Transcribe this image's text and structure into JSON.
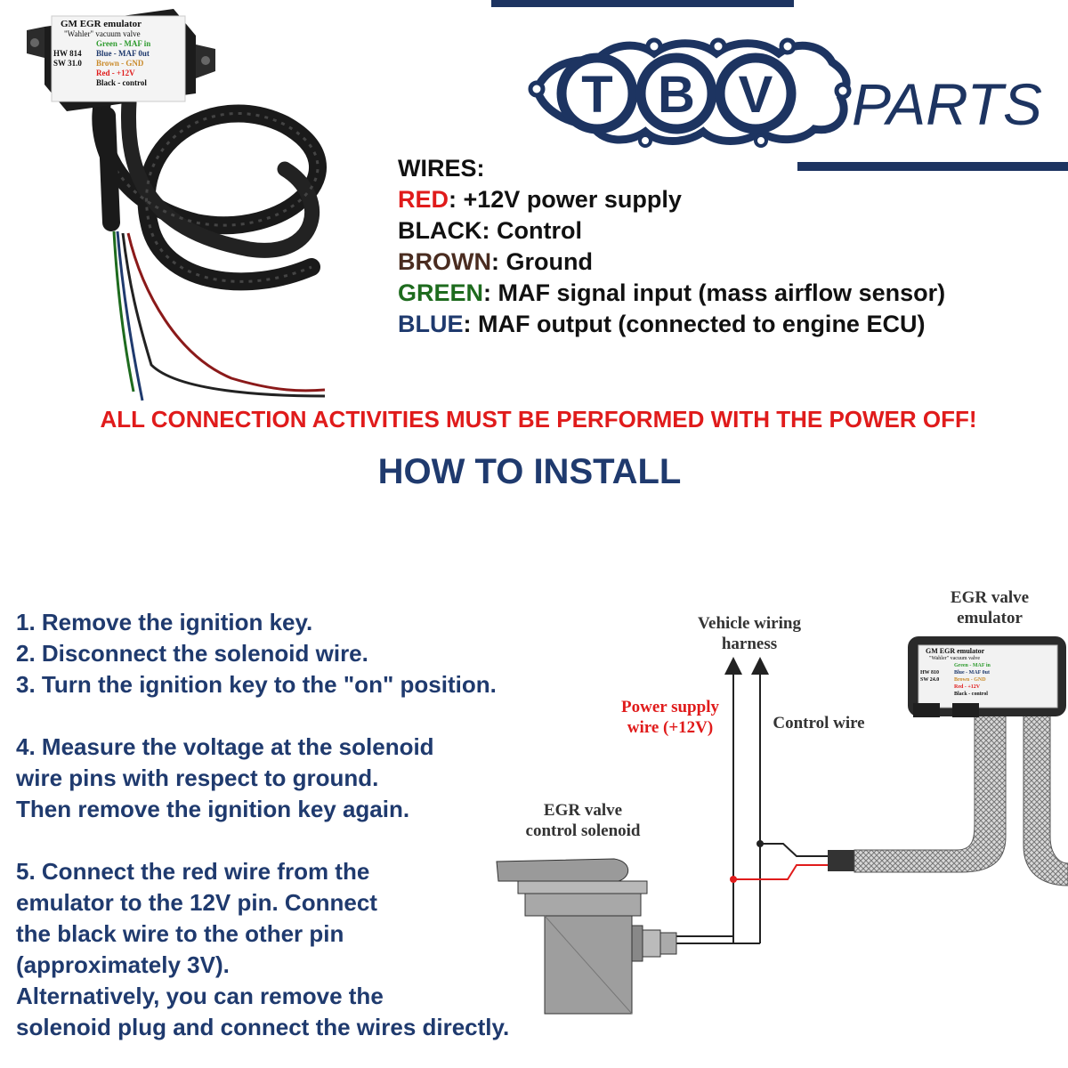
{
  "brand": {
    "letters": [
      "T",
      "B",
      "V"
    ],
    "word": "PARTS",
    "color": "#1d3461"
  },
  "device_label": {
    "title": "GM   EGR emulator",
    "subtitle": "\"Wahler\" vacuum valve",
    "hw": "HW 814",
    "sw": "SW 31.0",
    "lines": [
      {
        "text": "Green - MAF in",
        "color": "#2e9b2e"
      },
      {
        "text": "Blue - MAF 0ut",
        "color": "#1f3a6e"
      },
      {
        "text": "Brown - GND",
        "color": "#c98a2a"
      },
      {
        "text": "Red - +12V",
        "color": "#e01b1b"
      },
      {
        "text": "Black - control",
        "color": "#111111"
      }
    ]
  },
  "wires": {
    "heading": "WIRES:",
    "items": [
      {
        "name": "RED",
        "desc": ": +12V power supply",
        "color": "#e01b1b"
      },
      {
        "name": "BLACK",
        "desc": ": Control",
        "color": "#111111"
      },
      {
        "name": "BROWN",
        "desc": ": Ground",
        "color": "#4a2c20"
      },
      {
        "name": "GREEN",
        "desc": ": MAF signal input (mass airflow sensor)",
        "color": "#1e6b1e"
      },
      {
        "name": "BLUE",
        "desc": ": MAF output (connected to engine ECU)",
        "color": "#1f3a6e"
      }
    ]
  },
  "warning": "ALL CONNECTION ACTIVITIES MUST BE PERFORMED WITH THE POWER OFF!",
  "howto_title": "HOW TO INSTALL",
  "steps": {
    "s1": "1. Remove the ignition key.",
    "s2": "2. Disconnect the solenoid wire.",
    "s3": "3. Turn the ignition key to the \"on\" position.",
    "s4": [
      "4. Measure the voltage at the solenoid",
      "wire pins with respect to ground.",
      "Then remove the ignition key again."
    ],
    "s5": [
      "5. Connect the red wire from the",
      "emulator to the 12V pin. Connect",
      "the black wire to the other pin",
      "(approximately 3V).",
      "Alternatively, you can remove the",
      "solenoid plug and connect the wires directly."
    ]
  },
  "diagram": {
    "emulator_label": [
      "EGR valve",
      "emulator"
    ],
    "harness_label": [
      "Vehicle wiring",
      "harness"
    ],
    "power_label": [
      "Power supply",
      "wire (+12V)"
    ],
    "control_label": "Control wire",
    "solenoid_label": [
      "EGR valve",
      "control solenoid"
    ],
    "mini_label": {
      "title": "GM   EGR emulator",
      "subtitle": "\"Wahler\" vacuum valve",
      "hw": "HW 810",
      "sw": "SW 24.0",
      "lines": [
        "Green - MAF in",
        "Blue - MAF 0ut",
        "Brown - GND",
        "Red - +12V",
        "Black - control"
      ]
    }
  }
}
